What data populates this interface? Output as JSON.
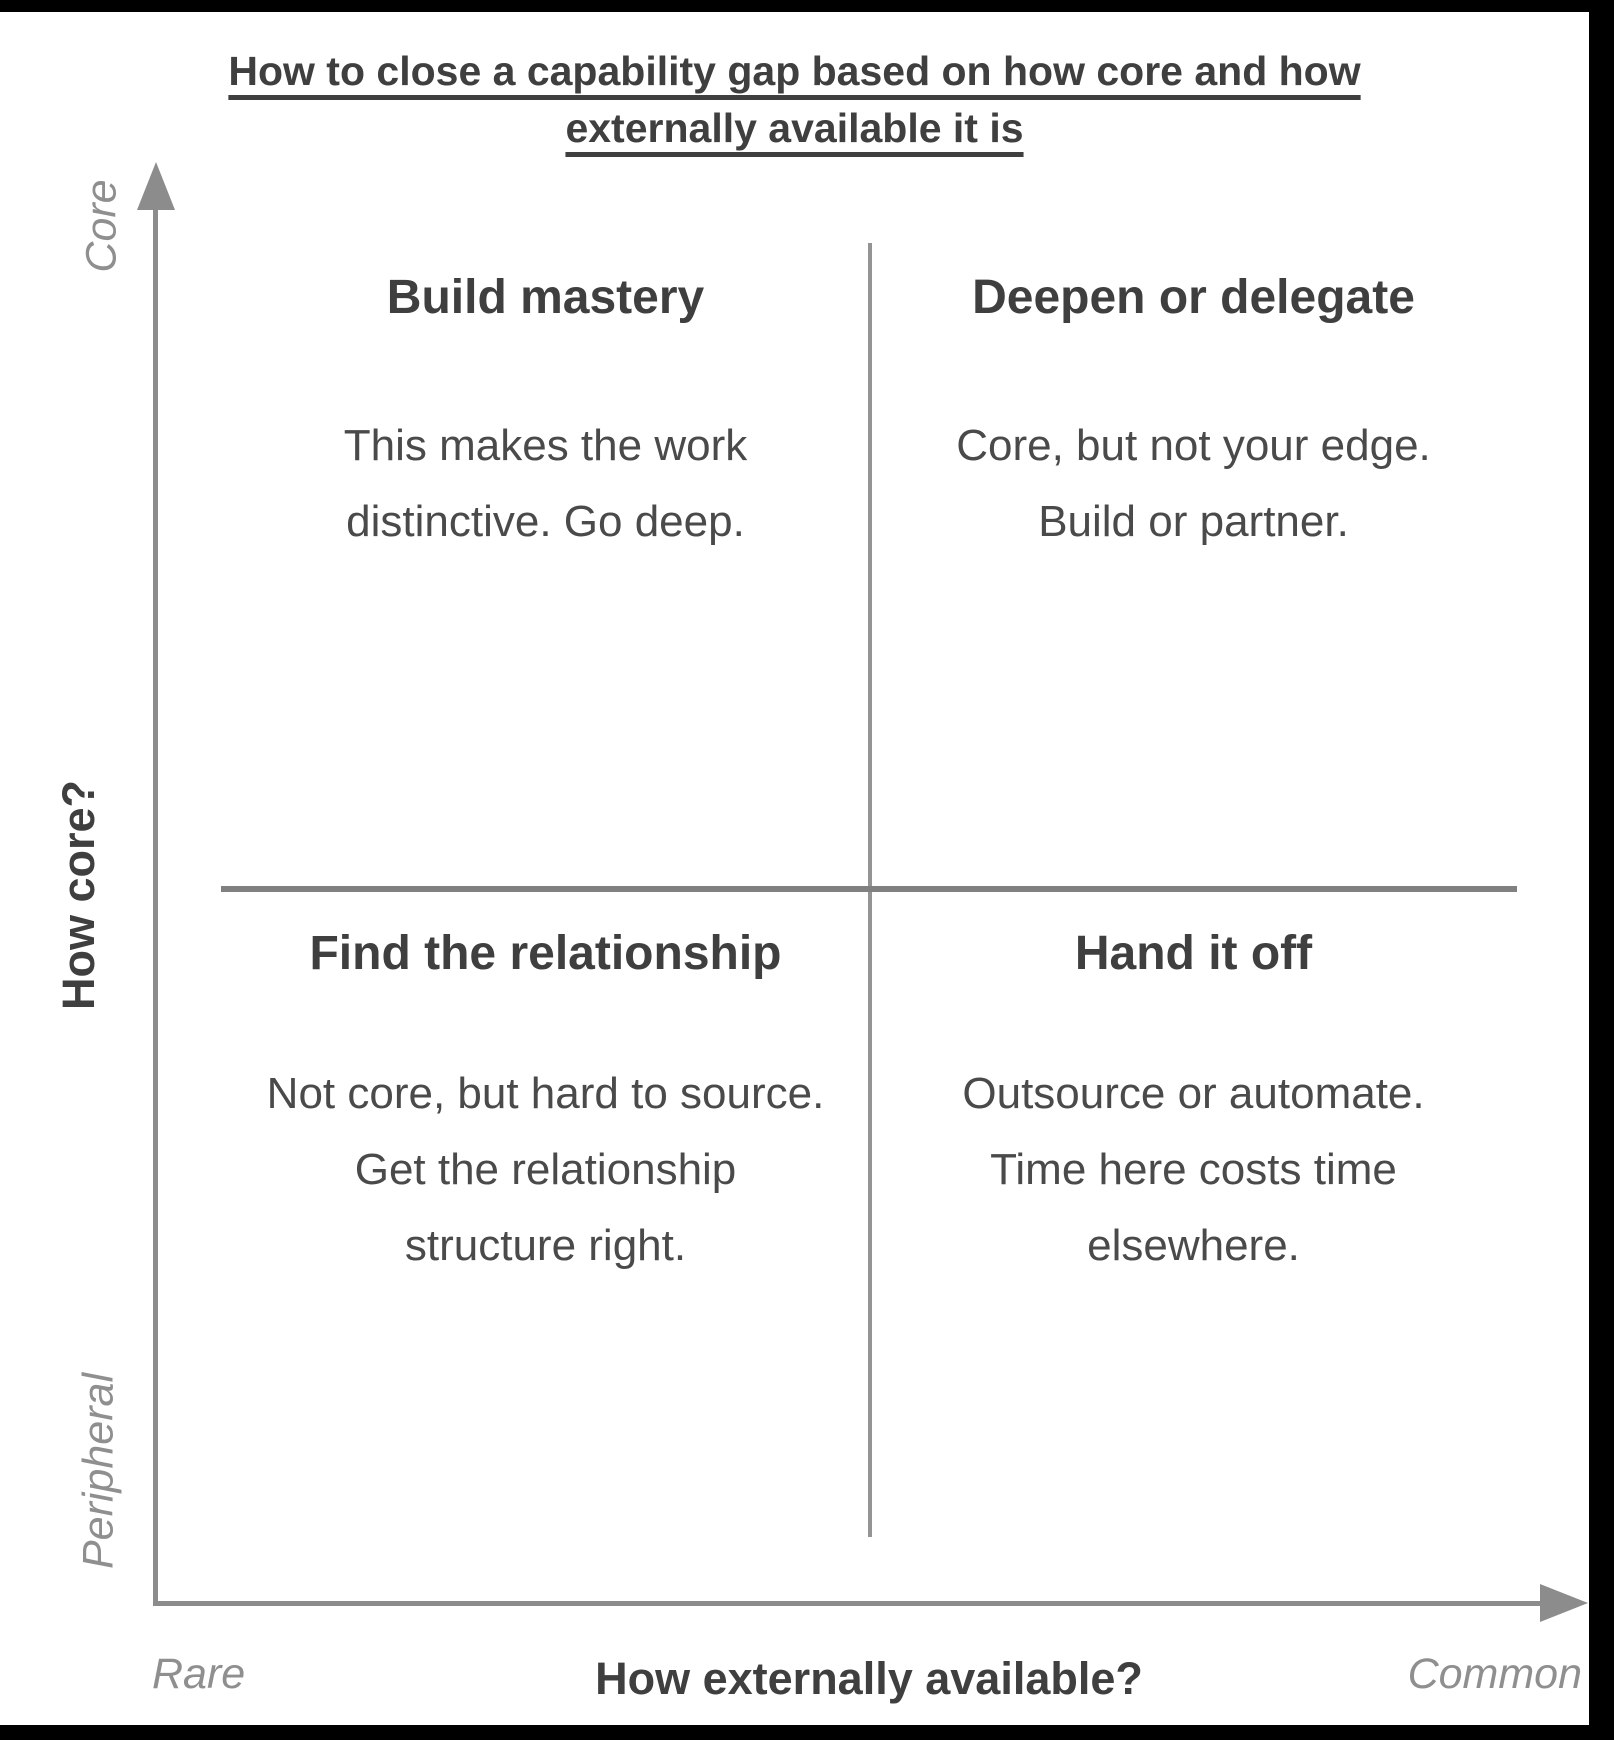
{
  "title": {
    "lines": [
      "How to close a capability gap based on how core and how",
      "externally available it is"
    ]
  },
  "y_axis": {
    "title": "How core?",
    "top_label": "Core",
    "bottom_label": "Peripheral"
  },
  "x_axis": {
    "title": "How externally available?",
    "left_label": "Rare",
    "right_label": "Common"
  },
  "quadrants": [
    {
      "position": "top-left",
      "heading": "Build mastery",
      "body_lines": [
        "This makes the work",
        "distinctive. Go deep."
      ]
    },
    {
      "position": "top-right",
      "heading": "Deepen or delegate",
      "body_lines": [
        "Core, but not your edge.",
        "Build or partner."
      ]
    },
    {
      "position": "bottom-left",
      "heading": "Find the relationship",
      "body_lines": [
        "Not core, but hard to source.",
        "Get the relationship",
        "structure right."
      ]
    },
    {
      "position": "bottom-right",
      "heading": "Hand it off",
      "body_lines": [
        "Outsource or automate.",
        "Time here costs time",
        "elsewhere."
      ]
    }
  ],
  "colors": {
    "heading_text": "#3f3f3f",
    "body_text": "#4a4a4a",
    "axis_label_gray": "#8f8f8f",
    "axis_line_gray": "#8c8c8c",
    "divider_vertical": "#949494",
    "divider_horizontal": "#808080",
    "frame": "#000000",
    "background": "#ffffff"
  }
}
